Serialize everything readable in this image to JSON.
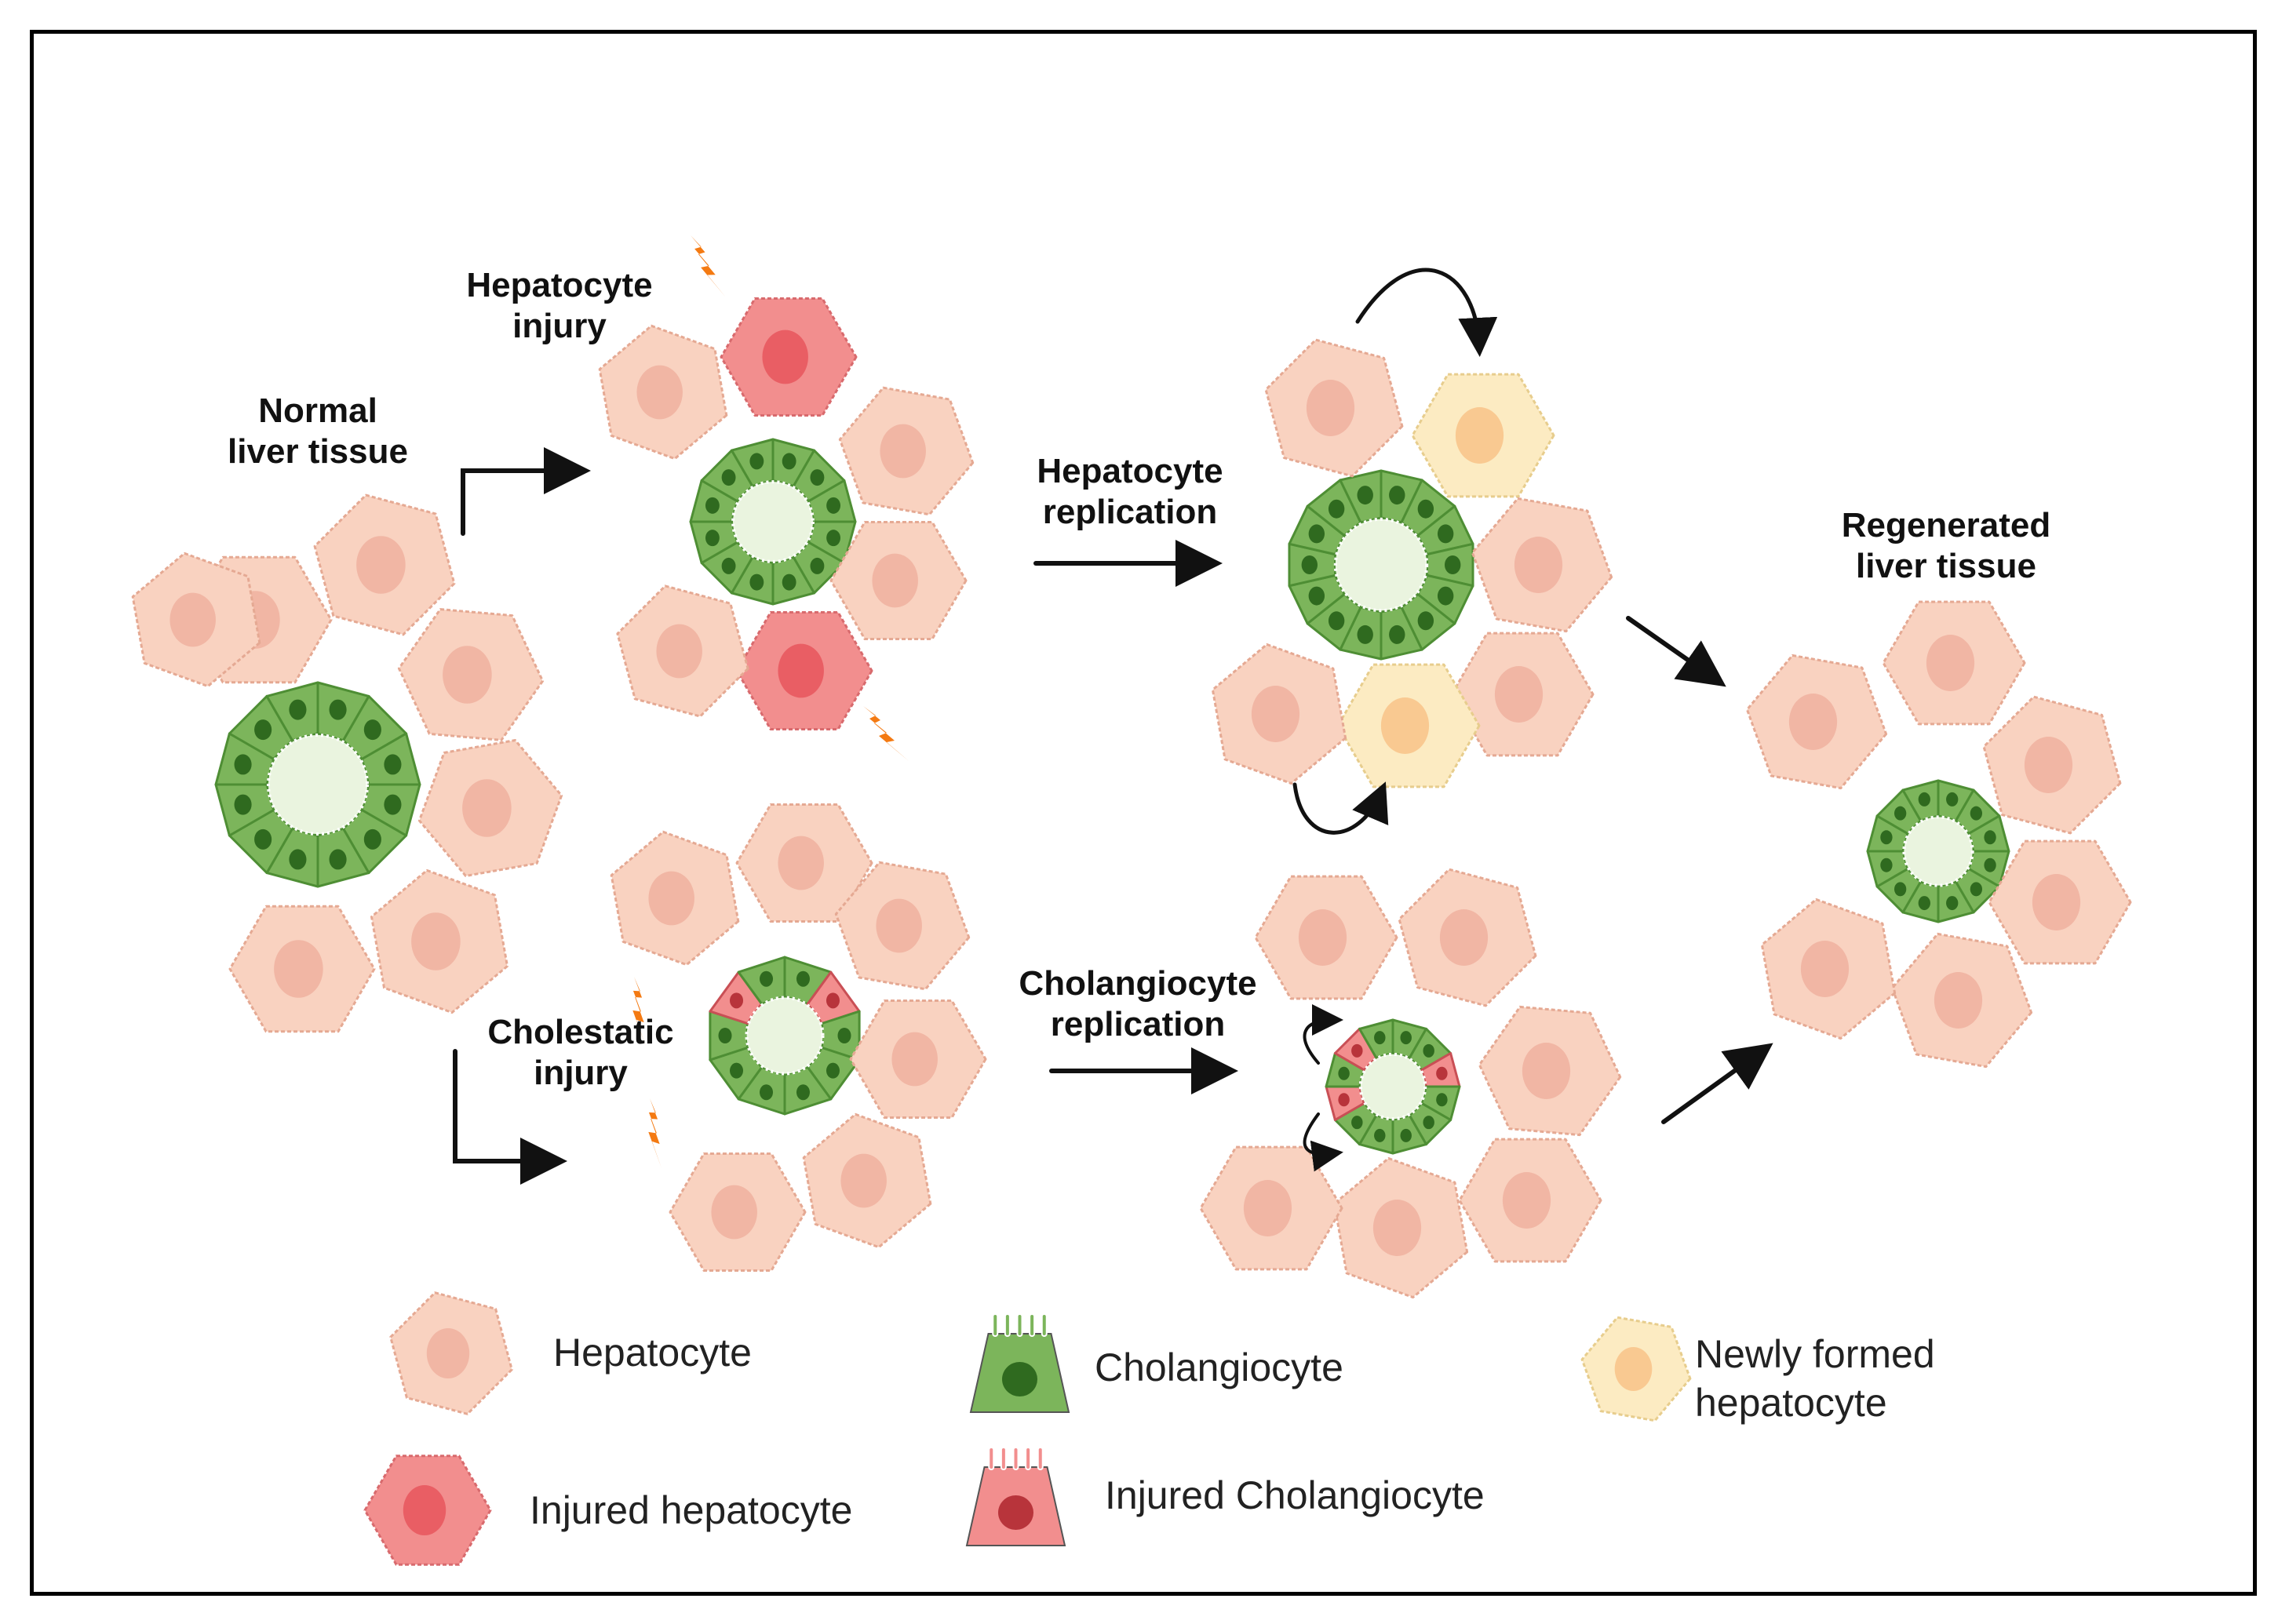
{
  "labels": {
    "normal": [
      "Normal",
      "liver  tissue"
    ],
    "hep_injury": [
      "Hepatocyte",
      "injury"
    ],
    "hep_replication": [
      "Hepatocyte",
      "replication"
    ],
    "regenerated": [
      "Regenerated",
      "liver tissue"
    ],
    "cholestatic": [
      "Cholestatic",
      "injury"
    ],
    "chol_replication": [
      "Cholangiocyte",
      "replication"
    ]
  },
  "legend": {
    "hepatocyte": "Hepatocyte",
    "cholangiocyte": "Cholangiocyte",
    "newly_formed": [
      "Newly formed",
      "hepatocyte"
    ],
    "injured_hepatocyte": "Injured hepatocyte",
    "injured_cholangiocyte": "Injured Cholangiocyte"
  },
  "colors": {
    "hepatocyte": "#F9D2C0",
    "hepatocyte_edge": "#E5A993",
    "hepatocyte_nucleus": "#EFB3A1",
    "injured": "#F28E8E",
    "injured_nucleus": "#E8595F",
    "new_hepatocyte": "#FCEBC2",
    "new_nucleus": "#F8C58C",
    "cholangiocyte": "#7CB55B",
    "cholangiocyte_nucleus": "#2F6A1F",
    "lumen": "#EAF4DF",
    "bolt": "#F47A12"
  }
}
